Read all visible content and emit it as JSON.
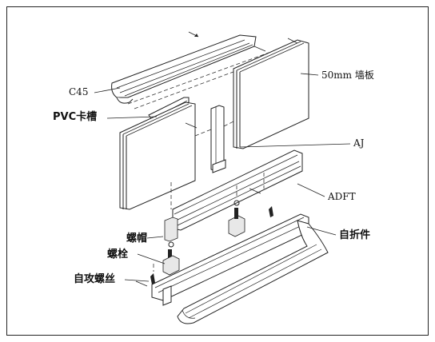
{
  "labels": {
    "c45": "C45",
    "pvc": "PVC卡槽",
    "wall": "50mm 墙板",
    "aj": "AJ",
    "adft": "ADFT",
    "bend": "自折件",
    "cap": "螺帽",
    "bolt": "螺栓",
    "screw": "自攻螺丝"
  }
}
